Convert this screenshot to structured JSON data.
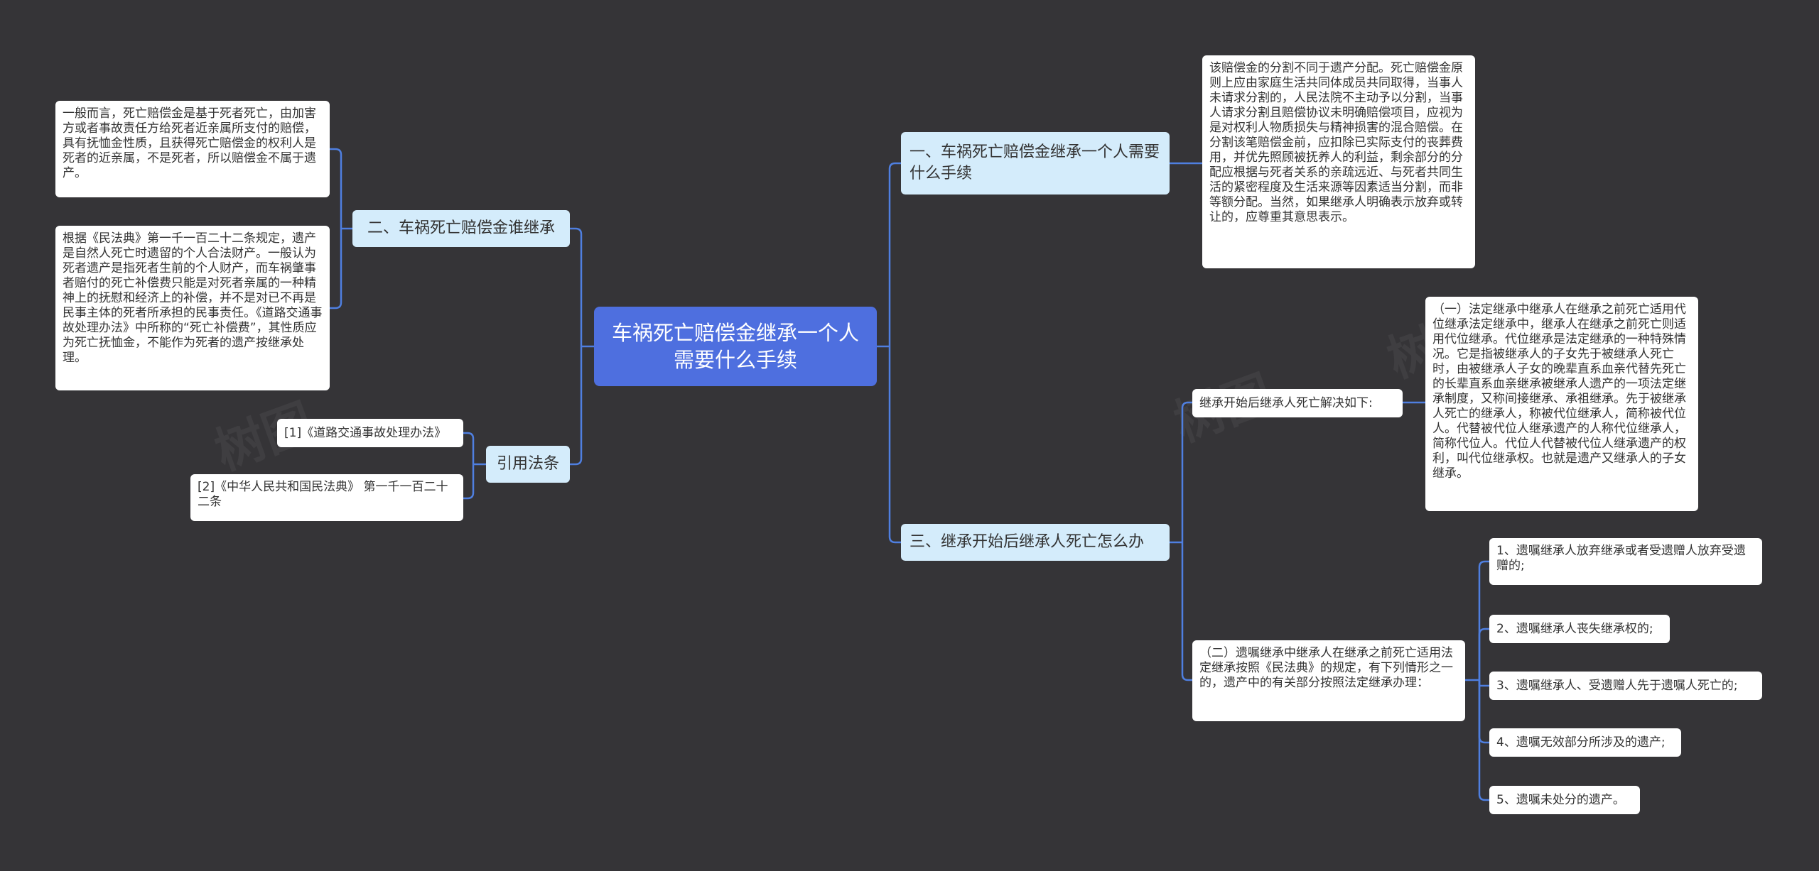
{
  "root": {
    "title": "车祸死亡赔偿金继承一个人需要什么手续"
  },
  "branches": {
    "b1": {
      "label": "一、车祸死亡赔偿金继承一个人需要什么手续",
      "note": "该赔偿金的分割不同于遗产分配。死亡赔偿金原则上应由家庭生活共同体成员共同取得，当事人未请求分割的，人民法院不主动予以分割，当事人请求分割且赔偿协议未明确赔偿项目，应视为是对权利人物质损失与精神损害的混合赔偿。在分割该笔赔偿金前，应扣除已实际支付的丧葬费用，并优先照顾被抚养人的利益，剩余部分的分配应根据与死者关系的亲疏远近、与死者共同生活的紧密程度及生活来源等因素适当分割，而非等额分配。当然，如果继承人明确表示放弃或转让的，应尊重其意思表示。"
    },
    "b2": {
      "label": "二、车祸死亡赔偿金谁继承",
      "notes": [
        "一般而言，死亡赔偿金是基于死者死亡，由加害方或者事故责任方给死者近亲属所支付的赔偿，具有抚恤金性质，且获得死亡赔偿金的权利人是死者的近亲属，不是死者，所以赔偿金不属于遗产。",
        "根据《民法典》第一千一百二十二条规定，遗产是自然人死亡时遗留的个人合法财产。一般认为死者遗产是指死者生前的个人财产，而车祸肇事者赔付的死亡补偿费只能是对死者亲属的一种精神上的抚慰和经济上的补偿，并不是对已不再是民事主体的死者所承担的民事责任。《道路交通事故处理办法》中所称的“死亡补偿费”，其性质应为死亡抚恤金，不能作为死者的遗产按继承处理。"
      ]
    },
    "b3": {
      "label": "三、继承开始后继承人死亡怎么办",
      "sub1": {
        "label": "继承开始后继承人死亡解决如下:",
        "note": "（一）法定继承中继承人在继承之前死亡适用代位继承法定继承中，继承人在继承之前死亡则适用代位继承。代位继承是法定继承的一种特殊情况。它是指被继承人的子女先于被继承人死亡时，由被继承人子女的晚辈直系血亲代替先死亡的长辈直系血亲继承被继承人遗产的一项法定继承制度，又称间接继承、承祖继承。先于被继承人死亡的继承人，称被代位继承人，简称被代位人。代替被代位人继承遗产的人称代位继承人，简称代位人。代位人代替被代位人继承遗产的权利，叫代位继承权。也就是遗产又继承人的子女继承。"
      },
      "sub2": {
        "label": "（二）遗嘱继承中继承人在继承之前死亡适用法定继承按照《民法典》的规定，有下列情形之一的，遗产中的有关部分按照法定继承办理：",
        "items": [
          "1、遗嘱继承人放弃继承或者受遗赠人放弃受遗赠的;",
          "2、遗嘱继承人丧失继承权的;",
          "3、遗嘱继承人、受遗赠人先于遗嘱人死亡的;",
          "4、遗嘱无效部分所涉及的遗产;",
          "5、遗嘱未处分的遗产。"
        ]
      }
    },
    "b4": {
      "label": "引用法条",
      "refs": [
        "[1]《道路交通事故处理办法》",
        "[2]《中华人民共和国民法典》 第一千一百二十二条"
      ]
    }
  },
  "colors": {
    "background": "#353437",
    "root": "#4e6fdf",
    "branch": "#d4ecfb",
    "leaf": "#ffffff",
    "link": "#4f7fe0"
  }
}
